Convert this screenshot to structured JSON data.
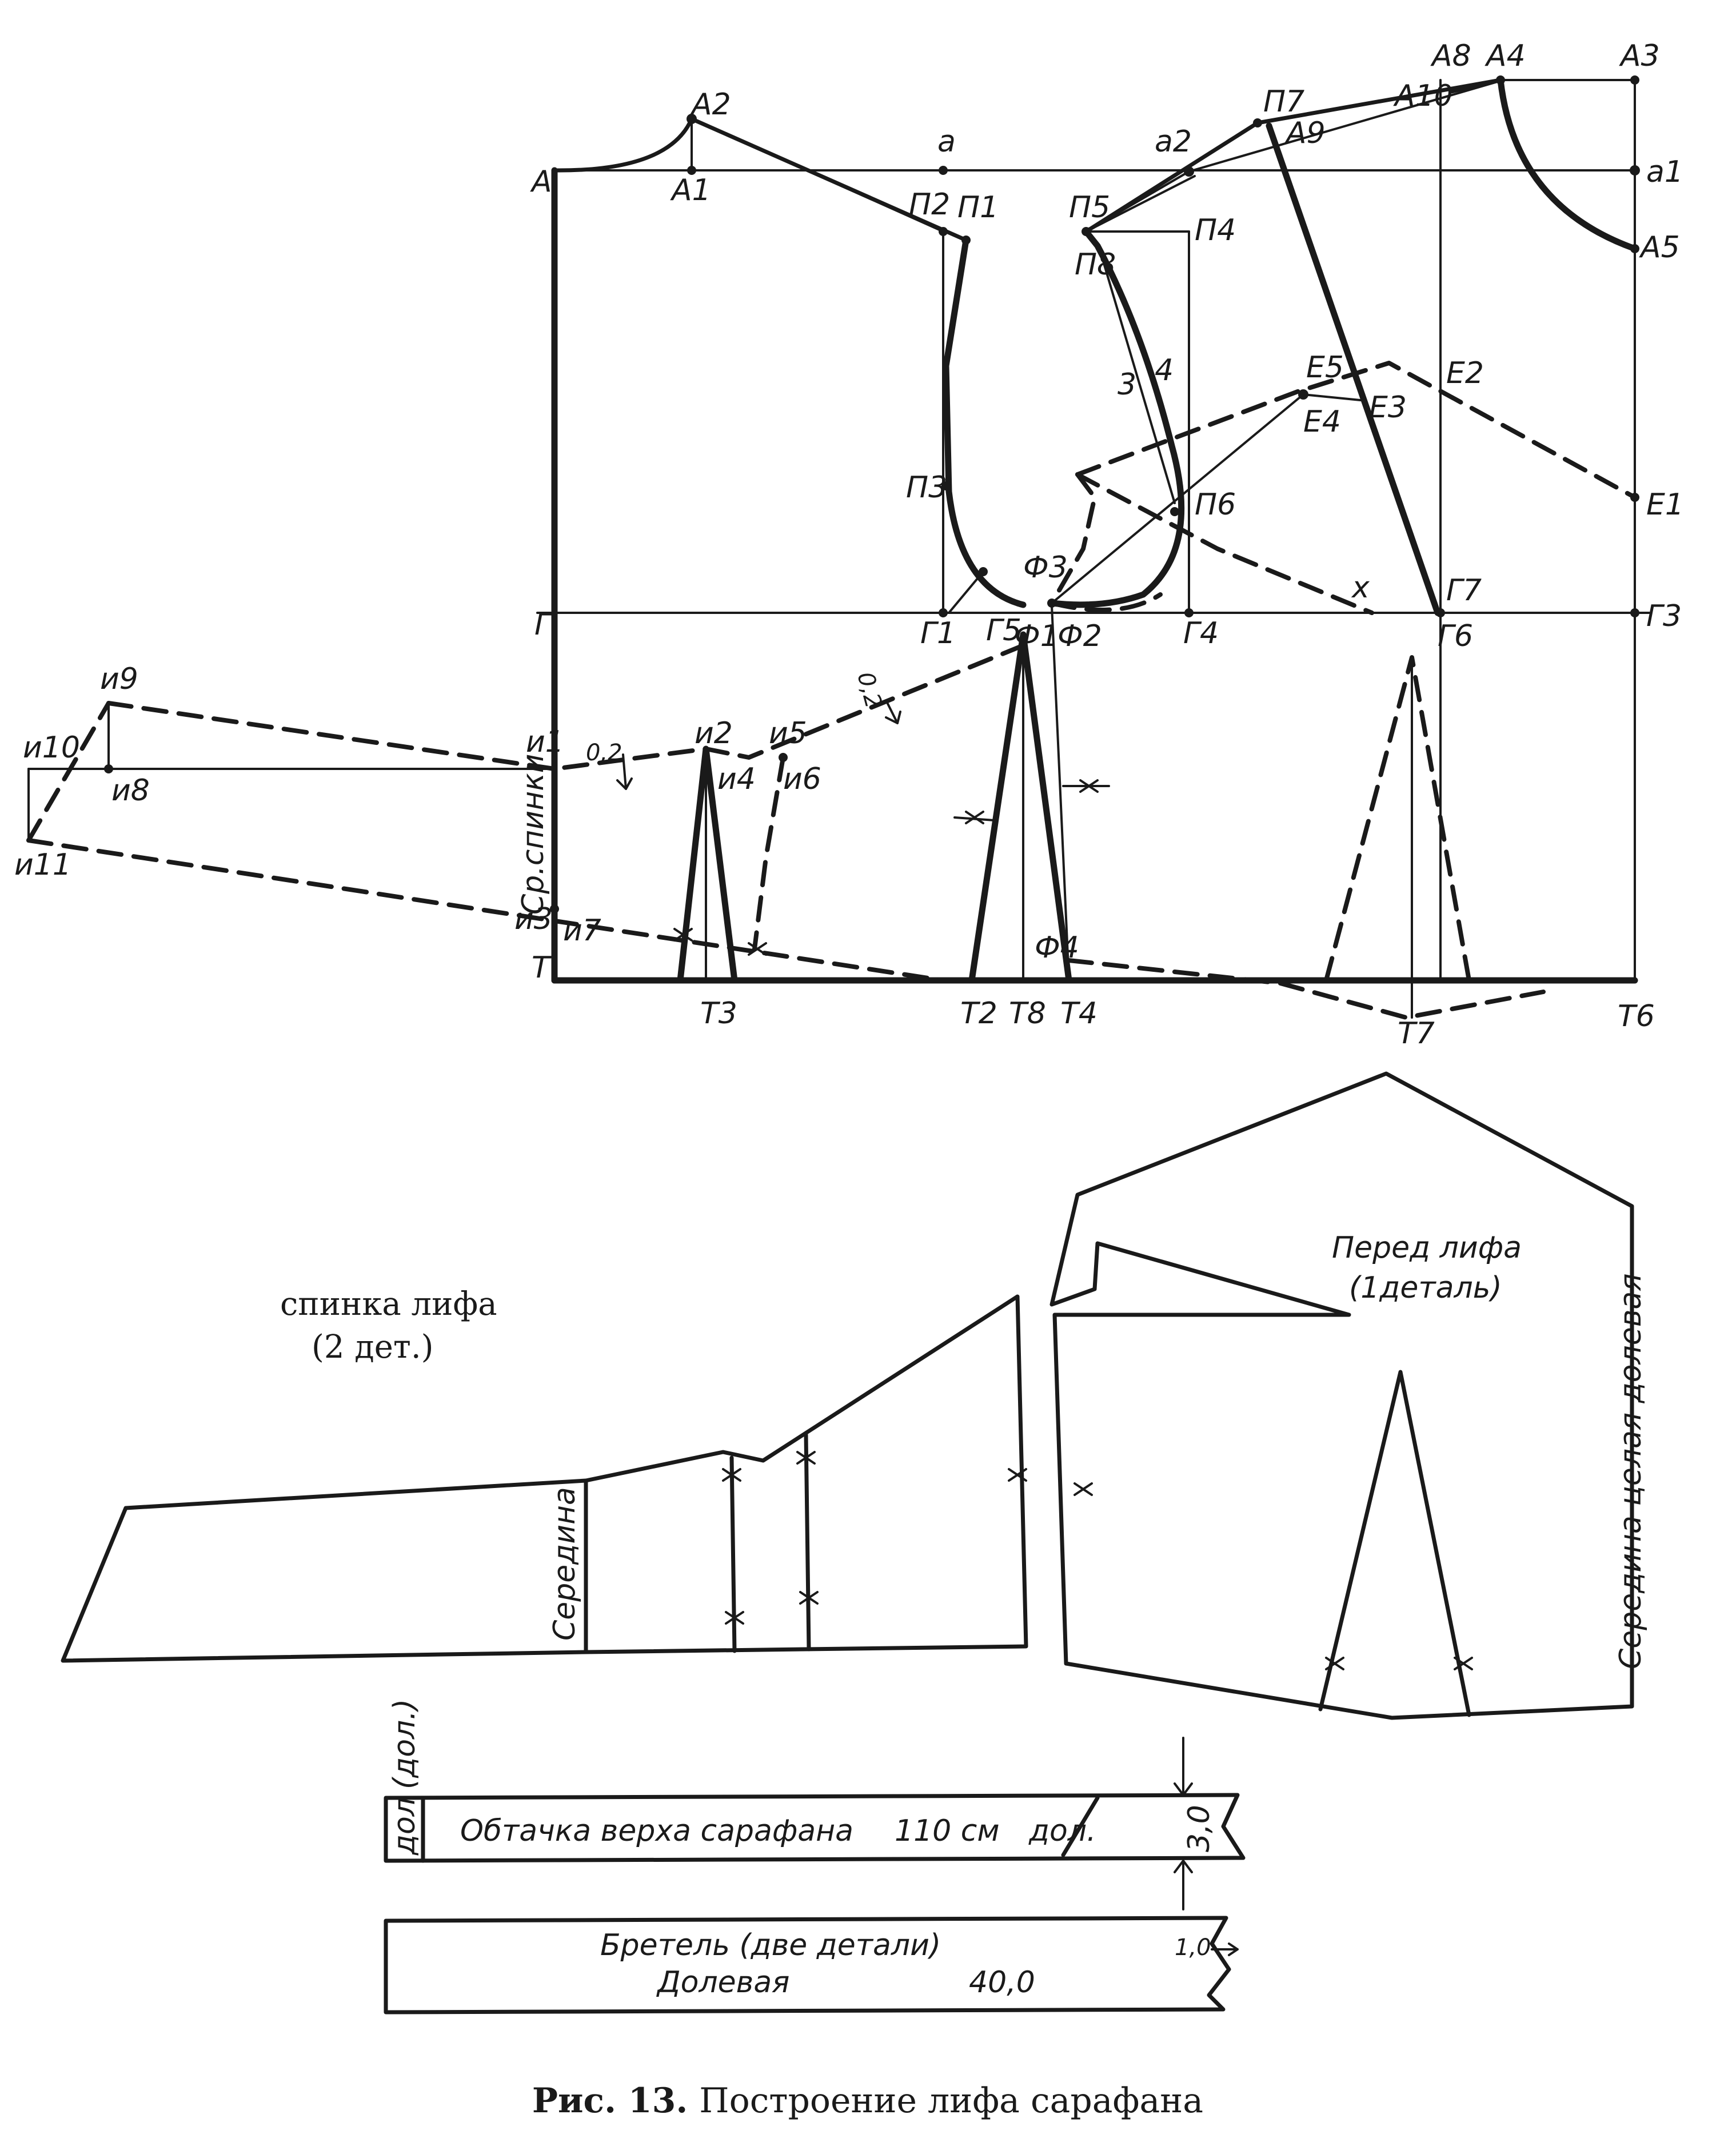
{
  "points": {
    "A": "A",
    "A1": "A1",
    "A2": "A2",
    "a": "a",
    "P2": "П2",
    "P1": "П1",
    "P3": "П3",
    "G1": "Г1",
    "G5": "Г5",
    "F1": "Ф1",
    "F2": "Ф2",
    "F3": "Ф3",
    "P5": "П5",
    "P8": "П8",
    "P4": "П4",
    "P6": "П6",
    "a2": "a2",
    "P7": "П7",
    "A9": "A9",
    "A8": "A8",
    "A4": "A4",
    "A3": "A3",
    "A10": "A10",
    "a1": "a1",
    "A5": "A5",
    "E5": "E5",
    "E4": "E4",
    "E3": "E3",
    "E2": "E2",
    "E1": "E1",
    "G4": "Г4",
    "G7": "Г7",
    "G6": "Г6",
    "G3": "Г3",
    "G": "Г",
    "n3": "3",
    "n4": "4",
    "x": "x",
    "T": "T",
    "T3": "T3",
    "T2": "T2",
    "T8": "T8",
    "T4": "T4",
    "T7": "T7",
    "T6": "T6",
    "F4": "Ф4",
    "i1": "и1",
    "i2": "и2",
    "i3": "и3",
    "i4": "и4",
    "i5": "и5",
    "i6": "и6",
    "i7": "и7",
    "i9": "и9",
    "i10": "и10",
    "i11": "и11",
    "i8": "и8"
  },
  "measure_02_a": "0,2",
  "measure_02_b": "0,2",
  "back_center_label": "Ср.спинки",
  "pattern": {
    "back_title": "спинка лифа",
    "back_count": "(2 дет.)",
    "back_middle": "Середина",
    "front_title": "Перед лифа",
    "front_count": "(1деталь)",
    "front_middle": "Середина целая долевая"
  },
  "strips": {
    "facing_grain_left": "дол",
    "facing_grain_top": "(дол.)",
    "facing_text": "Обтачка верха сарафана",
    "facing_length": "110 см",
    "facing_grain_right": "дол.",
    "facing_width": "3,0",
    "strap_text": "Бретель (две детали)",
    "strap_grain": "Долевая",
    "strap_length": "40,0",
    "strap_width": "1,0"
  },
  "caption": {
    "number": "Рис. 13.",
    "text": "Построение лифа сарафана"
  }
}
